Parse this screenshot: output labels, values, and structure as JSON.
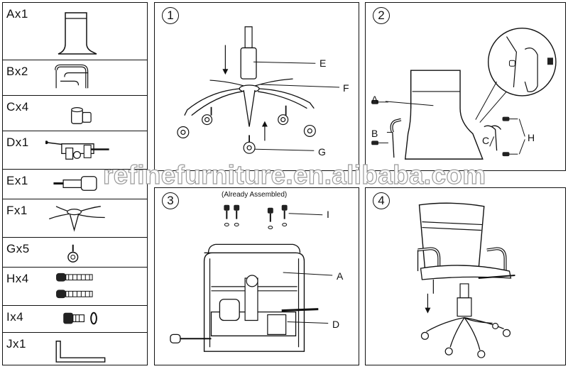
{
  "parts_list": [
    {
      "label": "Ax1",
      "icon": "backrest-frame-icon"
    },
    {
      "label": "Bx2",
      "icon": "armrest-icon"
    },
    {
      "label": "Cx4",
      "icon": "sleeve-icon"
    },
    {
      "label": "Dx1",
      "icon": "mechanism-icon"
    },
    {
      "label": "Ex1",
      "icon": "gas-lift-icon"
    },
    {
      "label": "Fx1",
      "icon": "five-star-base-icon"
    },
    {
      "label": "Gx5",
      "icon": "caster-icon"
    },
    {
      "label": "Hx4",
      "icon": "bolt-icon"
    },
    {
      "label": "Ix4",
      "icon": "screw-washer-icon"
    },
    {
      "label": "Jx1",
      "icon": "allen-key-icon"
    }
  ],
  "steps": [
    {
      "number": "1",
      "callouts": {
        "e": "E",
        "f": "F",
        "g": "G"
      }
    },
    {
      "number": "2",
      "callouts": {
        "a": "A",
        "b": "B",
        "c": "C",
        "h": "H"
      }
    },
    {
      "number": "3",
      "note": "(Already Assembled)",
      "callouts": {
        "i": "I",
        "a": "A",
        "d": "D"
      }
    },
    {
      "number": "4"
    }
  ],
  "watermark": "refinefurniture.en.alibaba.com"
}
